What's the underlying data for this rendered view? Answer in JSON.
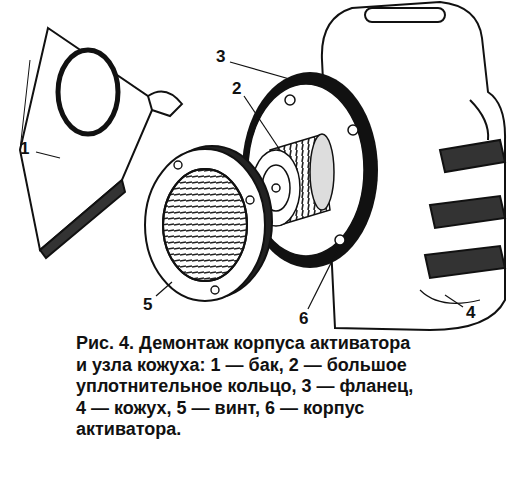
{
  "diagram": {
    "caption": "Рис. 4. Демонтаж корпуса активатора и узла кожуха: 1 — бак, 2 — большое уплотнительное кольцо, 3 — фланец, 4 — кожух, 5 — винт, 6 — корпус активатора.",
    "labels": [
      "1",
      "2",
      "3",
      "4",
      "5",
      "6"
    ]
  }
}
